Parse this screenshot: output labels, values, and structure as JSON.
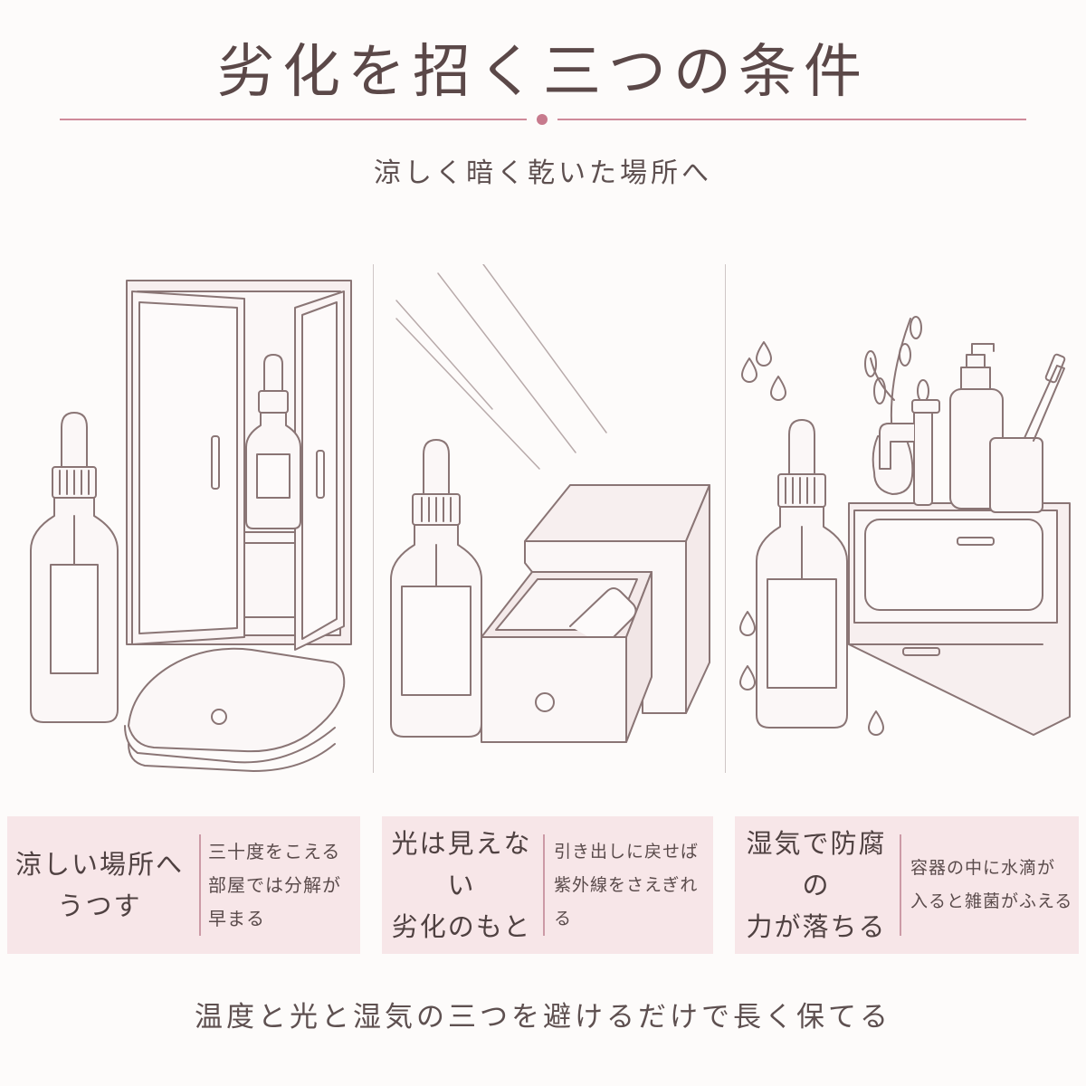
{
  "header": {
    "title": "劣化を招く三つの条件",
    "subtitle": "涼しく暗く乾いた場所へ"
  },
  "colors": {
    "accent": "#cf8a9a",
    "card_background": "#f7e6e8",
    "line_art": "#8a7575",
    "text": "#5a4a4a"
  },
  "panels": [
    {
      "id": "cool",
      "main_text": "涼しい場所へ\nうつす",
      "detail_text": "三十度をこえる\n部屋では分解が\n早まる",
      "icons": [
        "dropper-bottle-icon",
        "cabinet-icon",
        "folded-towel-icon"
      ]
    },
    {
      "id": "dark",
      "main_text": "光は見えない\n劣化のもと",
      "detail_text": "引き出しに戻せば\n紫外線をさえぎれる",
      "icons": [
        "dropper-bottle-icon",
        "sunlight-rays-icon",
        "drawer-box-icon"
      ]
    },
    {
      "id": "dry",
      "main_text": "湿気で防腐の\n力が落ちる",
      "detail_text": "容器の中に水滴が\n入ると雑菌がふえる",
      "icons": [
        "dropper-bottle-icon",
        "washbasin-icon",
        "faucet-icon",
        "pump-bottle-icon",
        "toothbrush-cup-icon",
        "plant-vase-icon",
        "water-drop-icon"
      ]
    }
  ],
  "footer": {
    "text": "温度と光と湿気の三つを避けるだけで長く保てる"
  }
}
